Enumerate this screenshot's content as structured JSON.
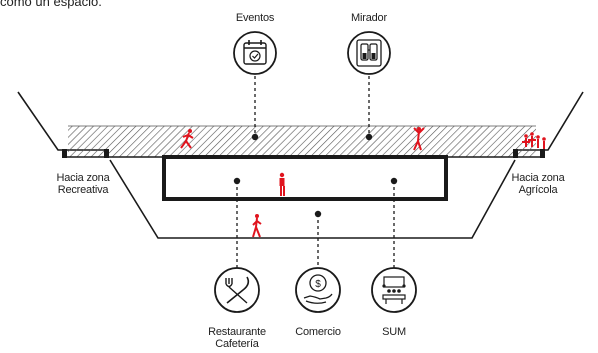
{
  "intro_text": "como un espacio.",
  "colors": {
    "ink": "#1a1a1a",
    "accent_red": "#e0141e",
    "hatch": "#555555"
  },
  "top_programs": [
    {
      "label": "Eventos",
      "icon": "calendar-check-icon"
    },
    {
      "label": "Mirador",
      "icon": "binoculars-icon"
    }
  ],
  "bottom_programs": [
    {
      "label": "Restaurante",
      "label2": "Cafetería",
      "icon": "fork-knife-icon"
    },
    {
      "label": "Comercio",
      "icon": "hand-coin-icon"
    },
    {
      "label": "SUM",
      "icon": "meeting-table-icon"
    }
  ],
  "sides": {
    "left": {
      "line1": "Hacia zona",
      "line2": "Recreativa"
    },
    "right": {
      "line1": "Hacia zona",
      "line2": "Agrícola"
    }
  }
}
